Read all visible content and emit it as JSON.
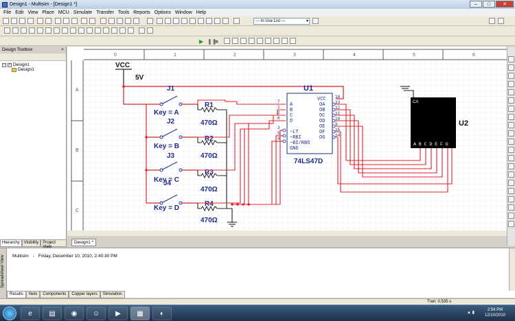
{
  "window": {
    "title": "Design1 - Multisim - [Design1 *]",
    "min": "–",
    "max": "□",
    "close": "✕"
  },
  "menu": [
    "File",
    "Edit",
    "View",
    "Place",
    "MCU",
    "Simulate",
    "Transfer",
    "Tools",
    "Reports",
    "Options",
    "Window",
    "Help"
  ],
  "toolbar": {
    "in_use_list": "--- In Use List ---"
  },
  "sim": {
    "run": "▶",
    "pause": "❚❚",
    "stop": "■"
  },
  "toolbox": {
    "title": "Design Toolbox",
    "close": "×",
    "root": "Design1",
    "child": "Design1",
    "tabs": [
      "Hierarchy",
      "Visibility",
      "Project View"
    ]
  },
  "ruler": {
    "cols": [
      "0",
      "1",
      "2",
      "3",
      "4",
      "5",
      "6"
    ],
    "rows": [
      "A",
      "B",
      "C"
    ]
  },
  "design_tab": "Design1 *",
  "schematic": {
    "vcc": "VCC",
    "volt": "5V",
    "j1": "J1",
    "j2": "J2",
    "j3": "J3",
    "j4": "J4",
    "key_a": "Key = A",
    "key_b": "Key = B",
    "key_c": "Key = C",
    "key_d": "Key = D",
    "r1": "R1",
    "r2": "R2",
    "r3": "R3",
    "r4": "R4",
    "r1v": "470Ω",
    "r2v": "470Ω",
    "r3v": "470Ω",
    "r4v": "470Ω",
    "u1": "U1",
    "u1_part": "74LS47D",
    "u2": "U2",
    "u1_pins_left": [
      "A",
      "B",
      "C",
      "D",
      "~LT",
      "~RBI",
      "~BI/RBO",
      "GND"
    ],
    "u1_pins_left_num": [
      "7",
      "1",
      "2",
      "6",
      "3",
      "5",
      "4",
      ""
    ],
    "u1_pins_right": [
      "VCC",
      "OA",
      "OB",
      "OC",
      "OD",
      "OE",
      "OF",
      "OG"
    ],
    "u1_pins_right_num": [
      "16",
      "13",
      "12",
      "11",
      "10",
      "9",
      "15",
      "14"
    ],
    "u2_ca": "CA",
    "u2_segs": "A B C D E F G"
  },
  "log": {
    "source": "Multisim",
    "dash": "-",
    "time": "Friday, December 10, 2010, 2:40:30 PM",
    "side": "Spreadsheet View"
  },
  "log_tabs": [
    "Results",
    "Nets",
    "Components",
    "Copper layers",
    "Simulation"
  ],
  "status": {
    "tran": "Tran: 0.535 s"
  },
  "taskbar": {
    "time": "2:54 PM",
    "date": "12/10/2010"
  },
  "colors": {
    "wire_red": "#e0202a",
    "wire_dark": "#222222",
    "part_blue": "#1a2a8a"
  }
}
